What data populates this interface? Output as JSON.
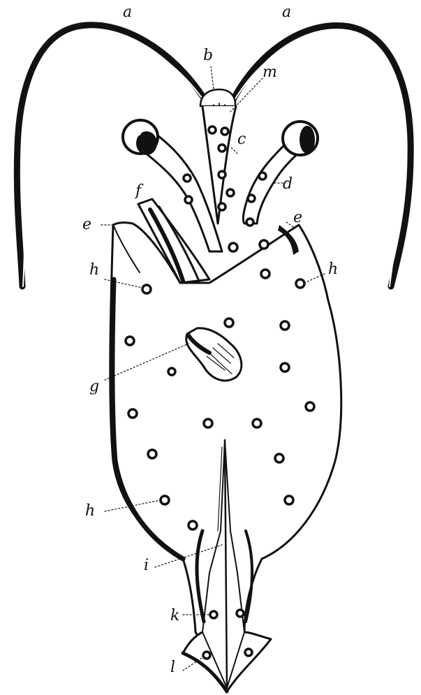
{
  "labels": {
    "a_left": "a",
    "a_right": "a",
    "b": "b",
    "m": "m",
    "c": "c",
    "d": "d",
    "e_left": "e",
    "e_right": "e",
    "f": "f",
    "h_left_upper": "h",
    "h_right_upper": "h",
    "g": "g",
    "h_left_lower": "h",
    "i": "i",
    "k": "k",
    "l": "l"
  },
  "colors": {
    "ink": "#111111",
    "paper": "#ffffff"
  }
}
